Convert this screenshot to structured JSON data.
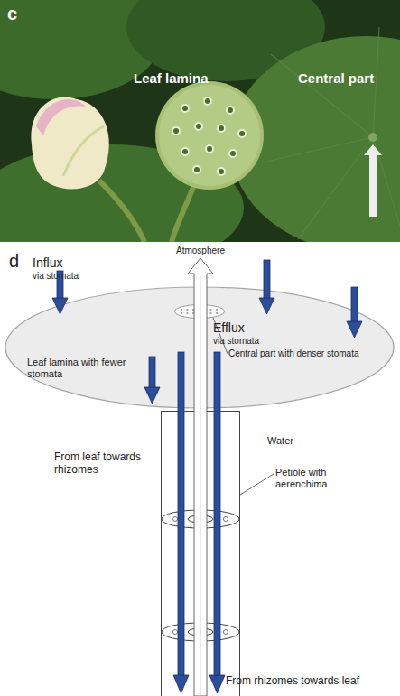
{
  "diagram": {
    "nodes": [
      {
        "text": [
          "Leaf lamina with fewer stomata"
        ]
      },
      {
        "text": [
          "Central part with denser stomata"
        ],
        "in": 0
      },
      {
        "text": [
          "Petiole with aerenchima"
        ]
      }
    ],
    "labels": [
      "c",
      "Leaf lamina",
      "Central part",
      "d",
      "Atmosphere",
      "Influx",
      "via stomata",
      "Efflux",
      "via stomata",
      "From leaf towards rhizomes",
      "Water",
      "From rhizomes towards leaf"
    ]
  }
}
